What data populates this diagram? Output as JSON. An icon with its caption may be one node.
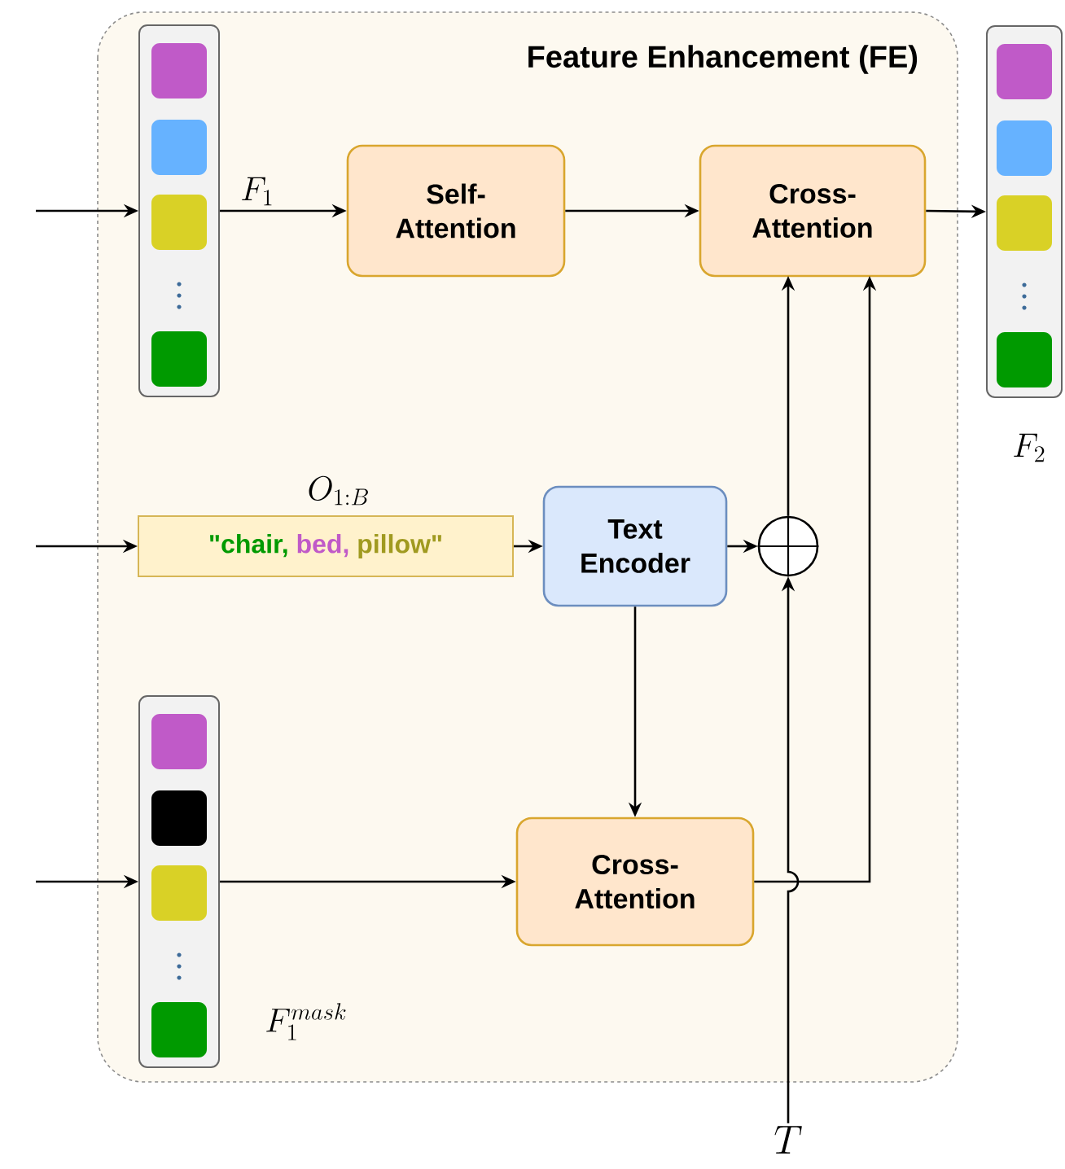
{
  "diagram": {
    "nodes": [
      {
        "text": [
          "Feature Enhancement (FE)"
        ]
      },
      {
        "text": [],
        "shape": "bar",
        "beside": [
          "F_1"
        ],
        "in": 0
      },
      {
        "text": [
          "Self- Attention"
        ],
        "in": 0
      },
      {
        "text": [
          "Cross- Attention"
        ],
        "in": 0
      },
      {
        "text": [],
        "shape": "bar",
        "beside": [
          "F_2"
        ]
      },
      {
        "text": [
          "\"chair,",
          "bed,",
          "pillow\""
        ],
        "beside": [
          "O_{1:B}"
        ],
        "in": 0
      },
      {
        "text": [
          "Text Encoder"
        ],
        "in": 0
      },
      {
        "text": [],
        "shape": "circle",
        "in": 0
      },
      {
        "text": [],
        "shape": "bar",
        "beside": [
          "F_1^{mask}"
        ],
        "in": 0
      },
      {
        "text": [
          "Cross- Attention"
        ],
        "in": 0
      },
      {
        "text": [
          "T"
        ]
      }
    ],
    "edges": [
      {
        "from": null,
        "to": 1,
        "arrow": "to"
      },
      {
        "from": 1,
        "to": 2,
        "arrow": "to"
      },
      {
        "from": 2,
        "to": 3,
        "arrow": "to"
      },
      {
        "from": 3,
        "to": 4,
        "arrow": "to"
      },
      {
        "from": null,
        "to": 5,
        "arrow": "to"
      },
      {
        "from": 5,
        "to": 6,
        "arrow": "to"
      },
      {
        "from": 6,
        "to": 7,
        "arrow": "to"
      },
      {
        "from": 7,
        "to": 3,
        "arrow": "to"
      },
      {
        "from": 10,
        "to": 7,
        "arrow": "to"
      },
      {
        "from": null,
        "to": 8,
        "arrow": "to"
      },
      {
        "from": 8,
        "to": 9,
        "arrow": "to"
      },
      {
        "from": 6,
        "to": 9,
        "arrow": "to"
      },
      {
        "from": 9,
        "to": 3,
        "arrow": "to"
      }
    ]
  }
}
